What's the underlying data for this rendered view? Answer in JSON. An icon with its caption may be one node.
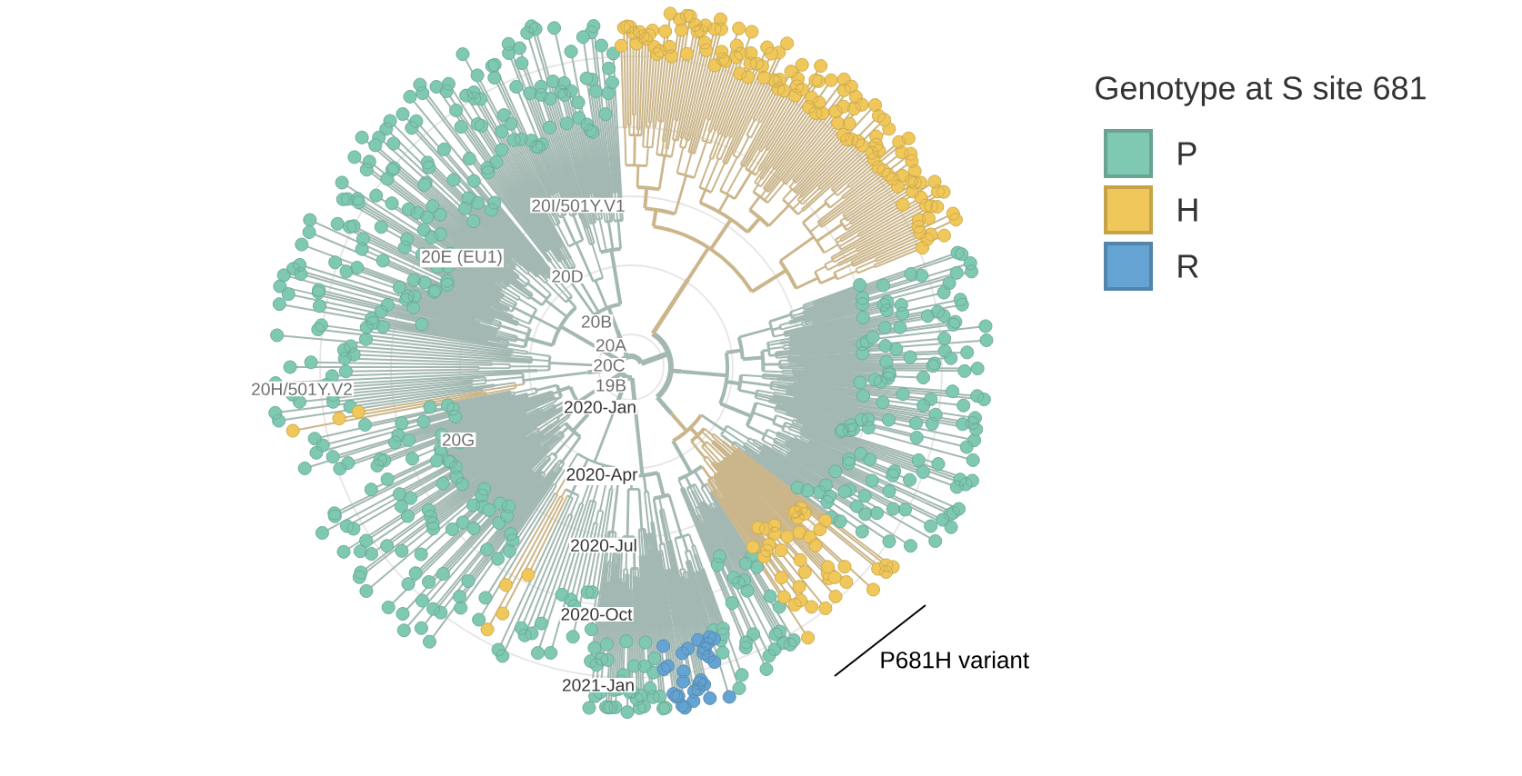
{
  "diagram": {
    "labels": [
      "20I/501Y.V1",
      "20E (EU1)",
      "20D",
      "20B",
      "20A",
      "20C",
      "19B",
      "20H/501Y.V2",
      "2020-Jan",
      "20G",
      "2020-Apr",
      "2020-Jul",
      "2020-Oct",
      "2021-Jan",
      "P681H variant",
      "Genotype at S site 681"
    ],
    "legend": [
      {
        "text": "P",
        "color": "#7fc8b2"
      },
      {
        "text": "H",
        "color": "#f0c75a"
      },
      {
        "text": "R",
        "color": "#64a3d2"
      }
    ]
  }
}
